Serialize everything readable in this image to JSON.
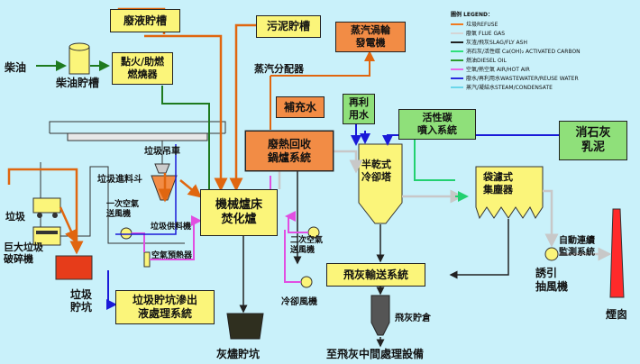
{
  "labels": {
    "waste_liquid_tank": "廢液貯槽",
    "sludge_tank": "污泥貯槽",
    "steam_turbine": "蒸汽渦輪\n發電機",
    "diesel": "柴油",
    "diesel_tank": "柴油貯槽",
    "ignition_burner": "點火/助燃\n燃燒器",
    "steam_distributor": "蒸汽分配器",
    "makeup_water": "補充水",
    "reuse_water": "再利\n用水",
    "activated_carbon": "活性碳\n噴入系統",
    "slaked_lime": "消石灰\n乳泥",
    "refuse_crane": "垃圾吊車",
    "refuse_hopper": "垃圾進料斗",
    "waste_heat_boiler": "廢熱回收\n鍋爐系統",
    "semi_dry_tower": "半乾式\n冷卻塔",
    "baghouse": "袋濾式\n集塵器",
    "refuse": "垃圾",
    "shredder": "巨大垃圾\n破碎機",
    "primary_air_fan": "一次空氣\n送風機",
    "refuse_feeder": "垃圾供料機",
    "stoker_incinerator": "機械爐床\n焚化爐",
    "air_preheater": "空氣預熱器",
    "secondary_air_fan": "二次空氣\n送風機",
    "cooling_fan": "冷卻風機",
    "fly_ash_conveyor": "飛灰輸送系統",
    "cems": "自動連續\n監測系統",
    "id_fan": "誘引\n抽風機",
    "stack": "煙囪",
    "refuse_pit": "垃圾\n貯坑",
    "leachate_system": "垃圾貯坑滲出\n液處理系統",
    "fly_ash_silo": "飛灰貯倉",
    "ash_pit": "灰燼貯坑",
    "to_fly_ash_facility": "至飛灰中間處理設備"
  },
  "legend": {
    "title": "圖例 LEGEND：",
    "items": [
      {
        "text": "垃圾REFUSE",
        "color": "#f07a1f"
      },
      {
        "text": "廢氣 FLUE GAS",
        "color": "#d5d5d5"
      },
      {
        "text": "灰渣/飛灰SLAG/FLY ASH",
        "color": "#222222"
      },
      {
        "text": "消石灰/活性碳    Ca(OH)₂ ACTIVATED CARBON",
        "color": "#2ee07a"
      },
      {
        "text": "燃油DIESEL OIL",
        "color": "#2a9a2a"
      },
      {
        "text": "空氣/熱空氣 AIR/HOT AIR",
        "color": "#e86ae8"
      },
      {
        "text": "廢水/再利用水WASTEWATER/REUSE WATER",
        "color": "#2a2ae0"
      },
      {
        "text": "蒸汽/凝結水STEAM/CONDENSATE",
        "color": "#6ad6ea"
      }
    ]
  }
}
